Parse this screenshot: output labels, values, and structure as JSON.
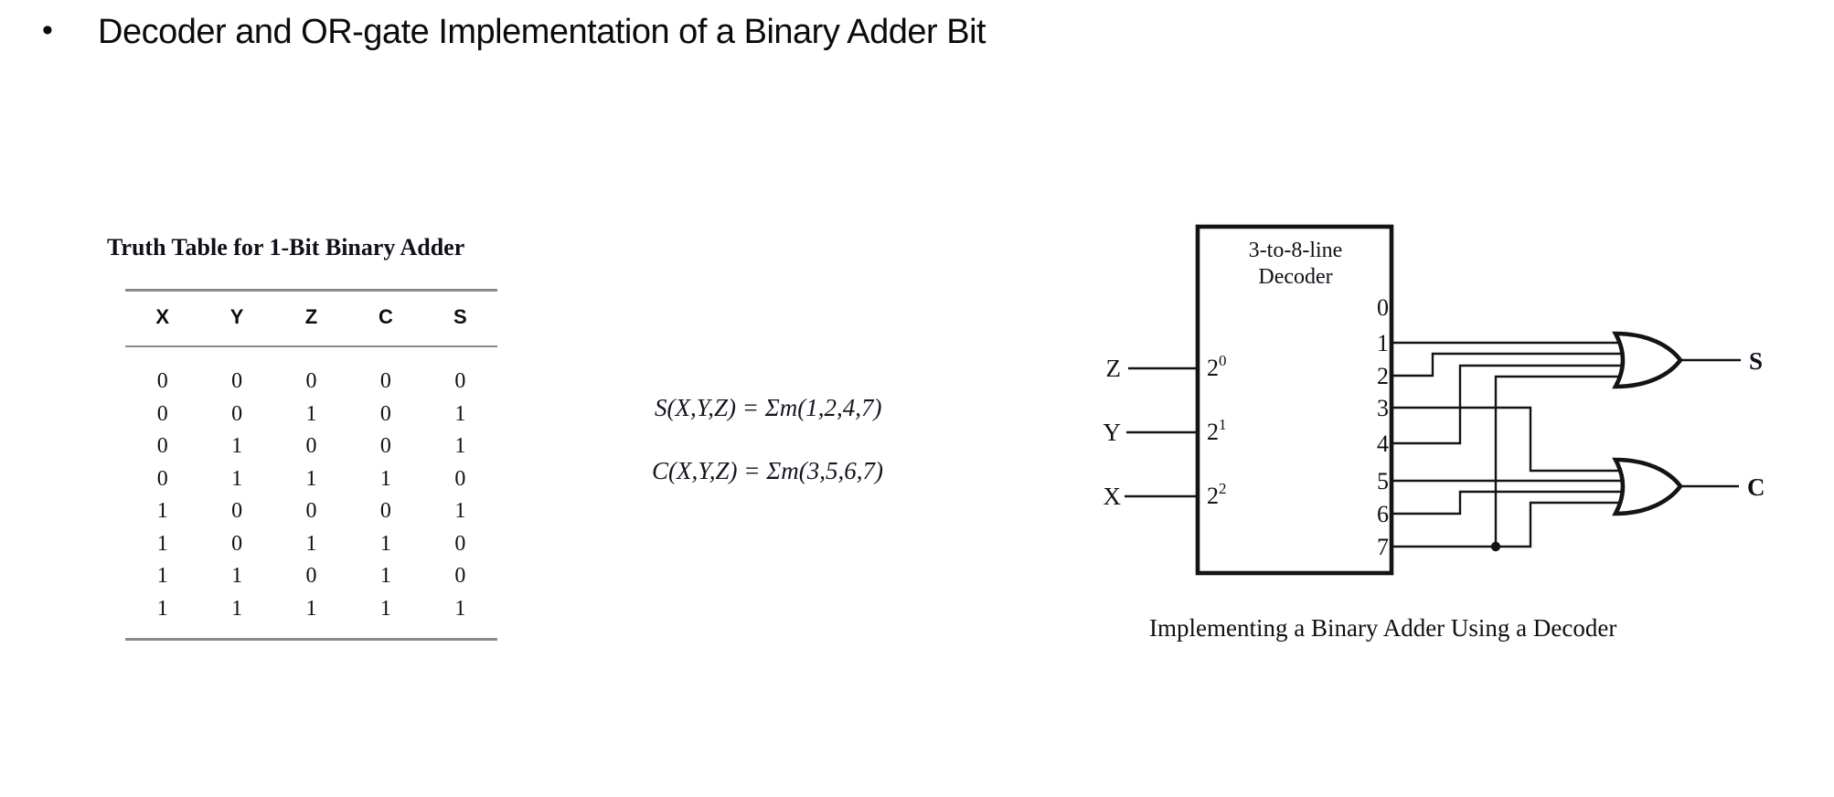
{
  "slide": {
    "bullet": "•",
    "title": "Decoder and OR-gate Implementation of a Binary Adder Bit"
  },
  "truth_table": {
    "title": "Truth Table for 1-Bit Binary Adder",
    "headers": [
      "X",
      "Y",
      "Z",
      "C",
      "S"
    ],
    "rows": [
      [
        "0",
        "0",
        "0",
        "0",
        "0"
      ],
      [
        "0",
        "0",
        "1",
        "0",
        "1"
      ],
      [
        "0",
        "1",
        "0",
        "0",
        "1"
      ],
      [
        "0",
        "1",
        "1",
        "1",
        "0"
      ],
      [
        "1",
        "0",
        "0",
        "0",
        "1"
      ],
      [
        "1",
        "0",
        "1",
        "1",
        "0"
      ],
      [
        "1",
        "1",
        "0",
        "1",
        "0"
      ],
      [
        "1",
        "1",
        "1",
        "1",
        "1"
      ]
    ]
  },
  "equations": {
    "sum": "S(X,Y,Z) = Σm(1,2,4,7)",
    "carry": "C(X,Y,Z) = Σm(3,5,6,7)"
  },
  "diagram": {
    "decoder_label_line1": "3-to-8-line",
    "decoder_label_line2": "Decoder",
    "inputs": [
      {
        "name": "Z",
        "port_base": "2",
        "port_exp": "0"
      },
      {
        "name": "Y",
        "port_base": "2",
        "port_exp": "1"
      },
      {
        "name": "X",
        "port_base": "2",
        "port_exp": "2"
      }
    ],
    "outputs": [
      "0",
      "1",
      "2",
      "3",
      "4",
      "5",
      "6",
      "7"
    ],
    "gate_outputs": {
      "sum": "S",
      "carry": "C"
    },
    "caption": "Implementing a Binary Adder Using a Decoder",
    "line_color": "#141414"
  }
}
